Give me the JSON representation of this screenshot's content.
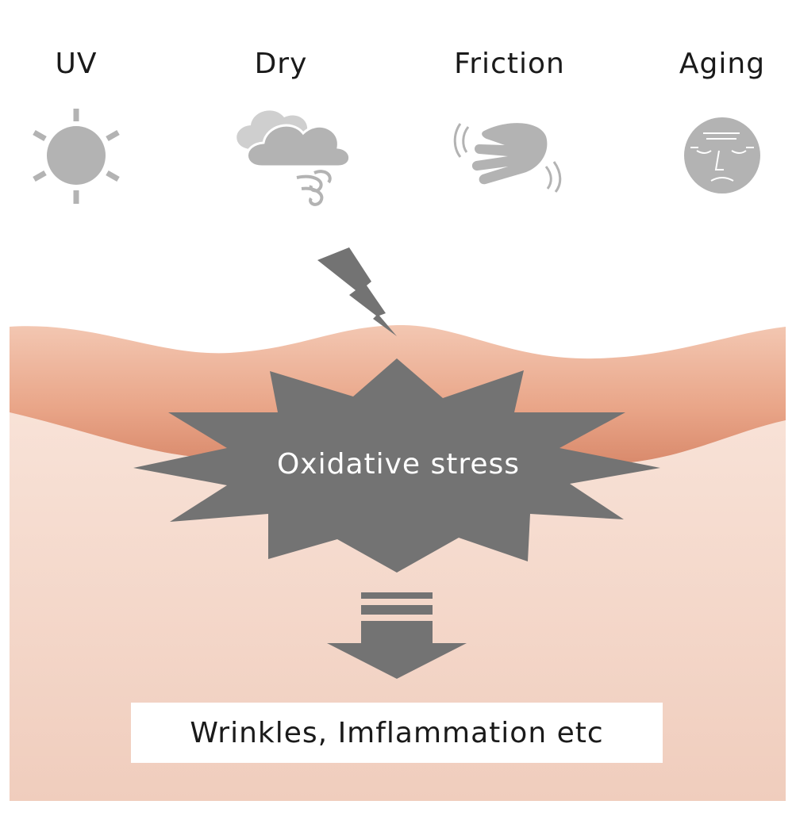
{
  "factors": [
    {
      "label": "UV",
      "icon": "sun-icon"
    },
    {
      "label": "Dry",
      "icon": "cloud-wind-icon"
    },
    {
      "label": "Friction",
      "icon": "hand-icon"
    },
    {
      "label": "Aging",
      "icon": "aged-face-icon"
    }
  ],
  "impact_icon": "lightning-bolt-icon",
  "center": {
    "label": "Oxidative stress"
  },
  "arrow_icon": "down-arrow-icon",
  "result": {
    "label": "Wrinkles, Imflammation etc"
  },
  "colors": {
    "icon_gray": "#b3b3b3",
    "burst_gray": "#737373",
    "skin_surface": "#ebad94",
    "skin_deep": "#d98c6e",
    "skin_lower": "#f4d8cb",
    "text": "#1a1a1a"
  }
}
